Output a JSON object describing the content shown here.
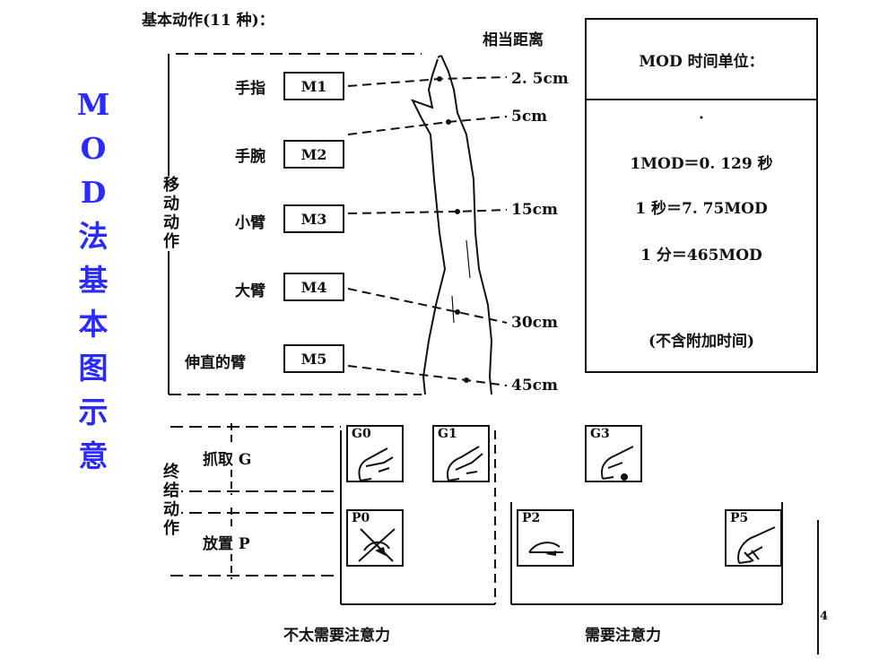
{
  "title_chars": [
    "M",
    "O",
    "D",
    "法",
    "基",
    "本",
    "图",
    "示",
    "意"
  ],
  "header": "基本动作(11 种)：",
  "distance_header": "相当距离",
  "move_group_label": [
    "移",
    "动",
    "动",
    "作"
  ],
  "move_items": [
    {
      "part": "手指",
      "code": "M1",
      "distance": "2. 5cm"
    },
    {
      "part": "手腕",
      "code": "M2",
      "distance": "5cm"
    },
    {
      "part": "小臂",
      "code": "M3",
      "distance": "15cm"
    },
    {
      "part": "大臂",
      "code": "M4",
      "distance": "30cm"
    },
    {
      "part": "伸直的臂",
      "code": "M5",
      "distance": "45cm"
    }
  ],
  "unit_box": {
    "title": "MOD 时间单位：",
    "dot": "·",
    "lines": [
      "1MOD＝0. 129 秒",
      "1 秒＝7. 75MOD",
      "1 分＝465MOD"
    ],
    "note": "(不含附加时间)"
  },
  "end_group_label": [
    "终",
    "结",
    "动",
    "作"
  ],
  "grasp_label": "抓取 G",
  "place_label": "放置 P",
  "grasp_codes": [
    "G0",
    "G1",
    "G3"
  ],
  "place_codes": [
    "P0",
    "P2",
    "P5"
  ],
  "bottom_labels": {
    "left": "不太需要注意力",
    "right": "需要注意力"
  },
  "page_number": "4"
}
